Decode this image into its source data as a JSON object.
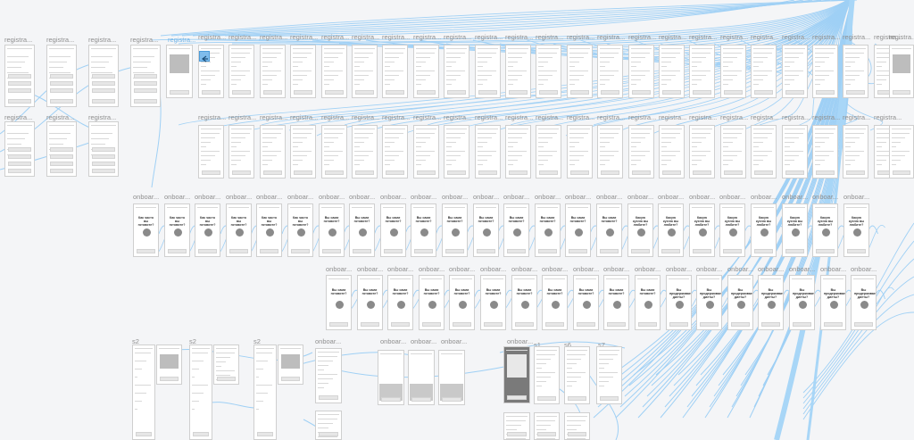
{
  "canvas": {
    "background": "#f4f5f7",
    "connector_color": "#9fd0f5",
    "connector_dark": "#5aa9e6",
    "frame_border": "#cfcfcf"
  },
  "labels": {
    "registra": "registra...",
    "registra_short": "registra...",
    "onboar": "onboar...",
    "s1": "s1",
    "s2": "s2",
    "s5": "s5",
    "s6": "s6",
    "s7": "s7"
  },
  "onboarding_questions": {
    "cook_often": "Как часто вы готовите?",
    "cook_yourself": "Вы сами готовите?",
    "fav_cuisine": "Какую кухню вы любите?",
    "diet": "Вы придерживаетесь диеты?"
  },
  "icons": {
    "back": "back-arrow-icon"
  }
}
